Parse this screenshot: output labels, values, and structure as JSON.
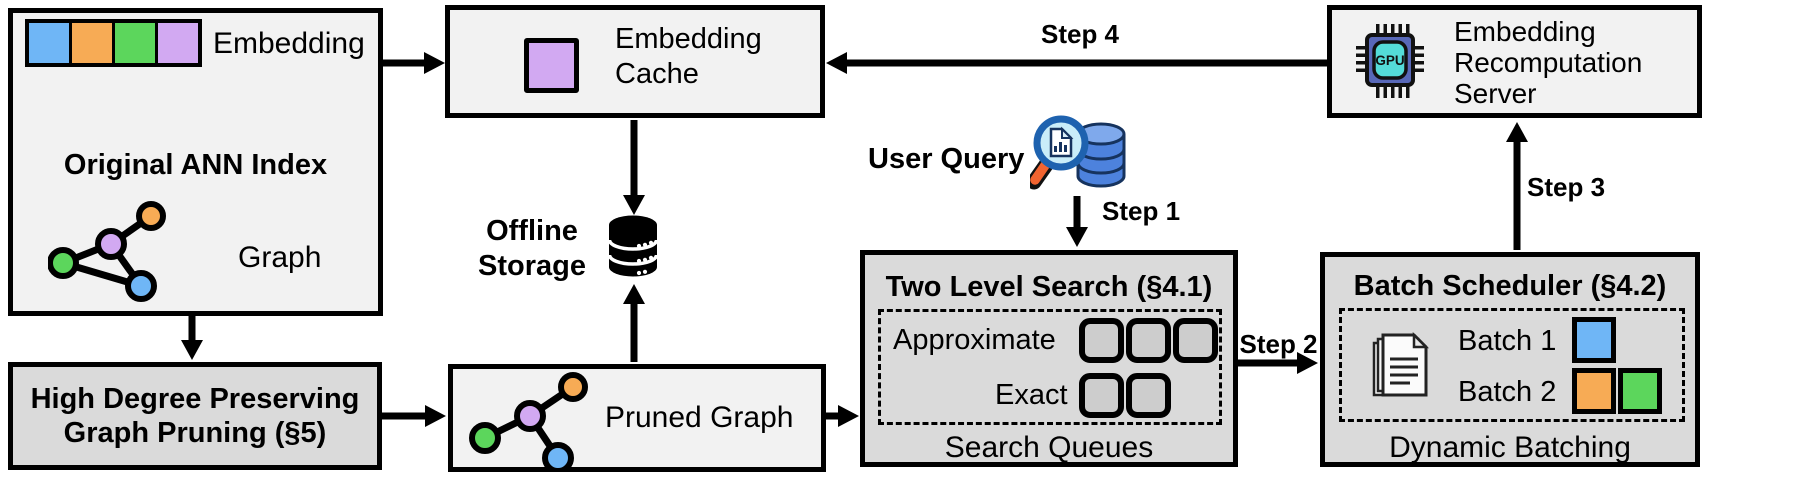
{
  "colors": {
    "blue": "#6FB6F6",
    "orange": "#F7AB55",
    "green": "#5CD65C",
    "purple": "#D2A9F2",
    "box_light": "#F2F2F2",
    "box_grey": "#DADADA",
    "queue_slot_fill": "#CDCDCD",
    "chip_body": "#5868B8",
    "chip_inner": "#54DCD8",
    "magnifier_rim": "#1E62AF",
    "magnifier_lens": "#C9EDF9",
    "magnifier_handle": "#F26430",
    "query_db_body": "#4D82DD",
    "query_db_top": "#7FA9EC",
    "query_db_outline": "#16335E"
  },
  "ann_index": {
    "title": "Original ANN Index",
    "embedding_label": "Embedding",
    "graph_label": "Graph"
  },
  "embedding_cache": {
    "label": "Embedding Cache"
  },
  "recomputation_server": {
    "label": "Embedding Recomputation Server",
    "chip_text": "GPU"
  },
  "offline_storage": {
    "label": "Offline Storage"
  },
  "user_query": {
    "label": "User Query"
  },
  "two_level_search": {
    "title": "Two Level Search (§4.1)",
    "approximate_label": "Approximate",
    "exact_label": "Exact",
    "caption": "Search Queues",
    "approximate_slot_count": 3,
    "exact_slot_count": 2
  },
  "batch_scheduler": {
    "title": "Batch Scheduler (§4.2)",
    "batch1_label": "Batch 1",
    "batch2_label": "Batch 2",
    "caption": "Dynamic Batching"
  },
  "graph_pruning": {
    "title_line1": "High Degree Preserving",
    "title_line2": "Graph Pruning (§5)"
  },
  "pruned_graph": {
    "label": "Pruned Graph"
  },
  "steps": {
    "step1": "Step 1",
    "step2": "Step 2",
    "step3": "Step 3",
    "step4": "Step 4"
  },
  "embedding_vector_colors": [
    "blue",
    "orange",
    "green",
    "purple"
  ],
  "batch1_colors": [
    "blue"
  ],
  "batch2_colors": [
    "orange",
    "green"
  ]
}
